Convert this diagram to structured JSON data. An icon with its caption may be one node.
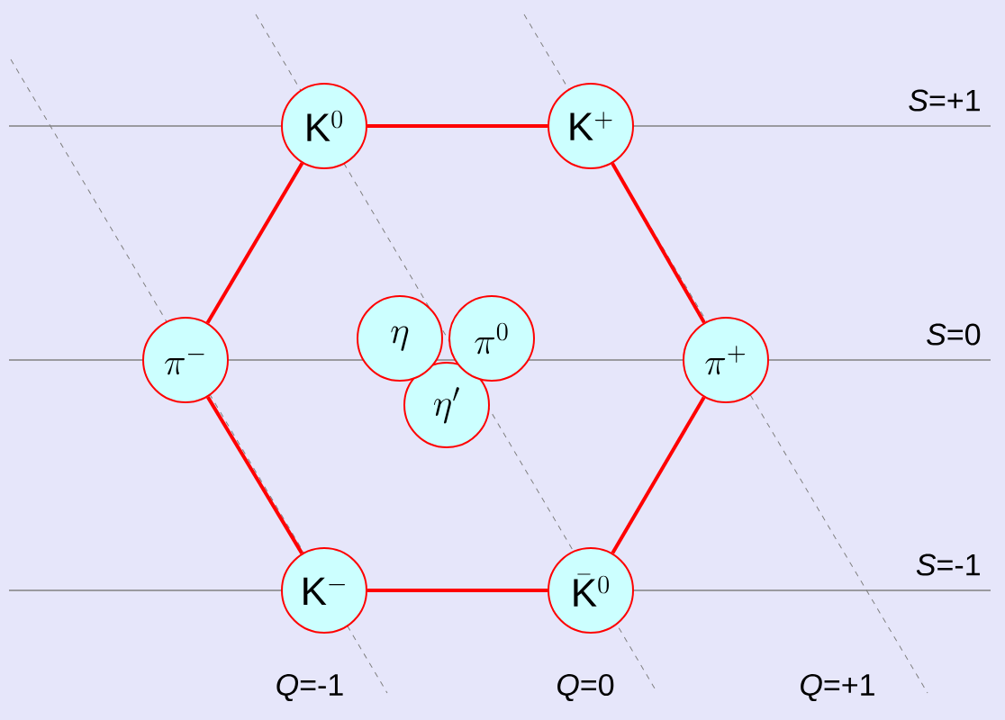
{
  "diagram": {
    "nodes": [
      {
        "text": [
          "\\mathrm{K}^{0}"
        ]
      },
      {
        "text": [
          "\\mathrm{K}^{+}"
        ]
      },
      {
        "text": [
          "\\pi^{-}"
        ]
      },
      {
        "text": [
          "\\eta"
        ]
      },
      {
        "text": [
          "\\pi^{0}"
        ]
      },
      {
        "text": [
          "\\eta'"
        ]
      },
      {
        "text": [
          "\\pi^{+}"
        ]
      },
      {
        "text": [
          "\\mathrm{K}^{-}"
        ]
      },
      {
        "text": [
          "\\bar{\\mathrm{K}}^{0}"
        ]
      }
    ],
    "edges": [
      {
        "from": 0,
        "to": 1,
        "arrow": "none"
      },
      {
        "from": 1,
        "to": 6,
        "arrow": "none"
      },
      {
        "from": 6,
        "to": 8,
        "arrow": "none"
      },
      {
        "from": 8,
        "to": 7,
        "arrow": "none"
      },
      {
        "from": 7,
        "to": 2,
        "arrow": "none"
      },
      {
        "from": 2,
        "to": 0,
        "arrow": "none"
      }
    ],
    "labels": [
      "*S*=+1",
      "*S*=0",
      "*S*=-1",
      "*Q*=-1",
      "*Q*=0",
      "*Q*=+1"
    ]
  }
}
